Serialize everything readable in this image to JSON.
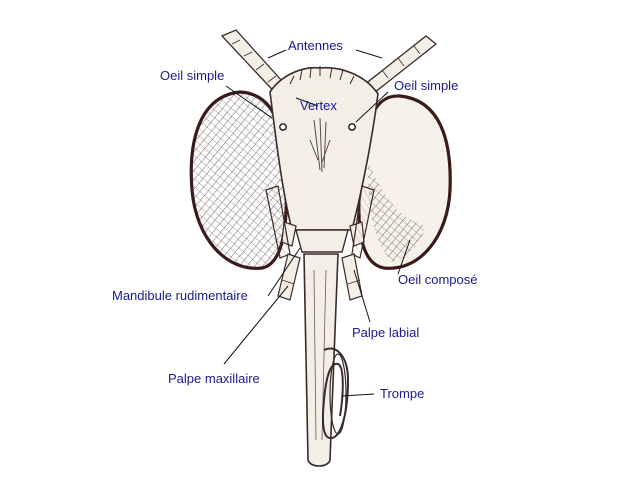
{
  "labels": {
    "antennes": "Antennes",
    "oeil_simple_left": "Oeil simple",
    "oeil_simple_right": "Oeil simple",
    "vertex": "Vertex",
    "oeil_compose": "Oeil composé",
    "mandibule": "Mandibule rudimentaire",
    "palpe_labial": "Palpe labial",
    "palpe_maxillaire": "Palpe maxillaire",
    "trompe": "Trompe"
  },
  "colors": {
    "label_text": "#1a1a8c",
    "ink": "#3a2a2a",
    "paper_tint": "#f3eee6",
    "hatch": "#6a5a5a",
    "leader": "#111111"
  }
}
